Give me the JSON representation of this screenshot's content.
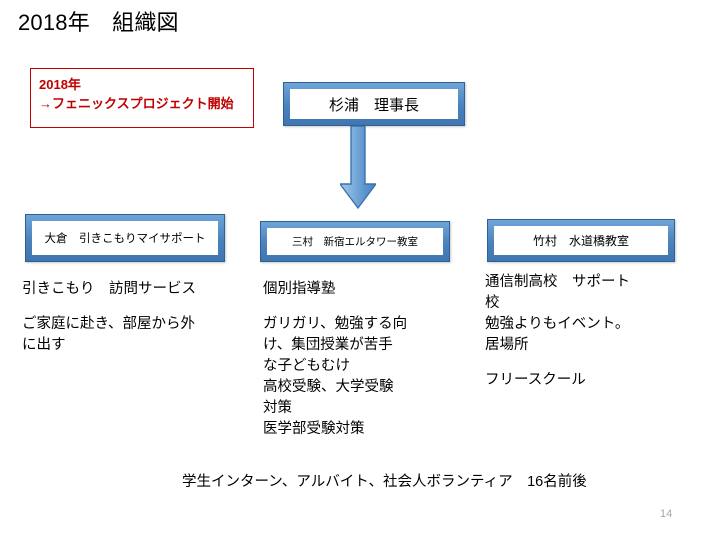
{
  "slide": {
    "title": "2018年　組織図",
    "page_number": "14",
    "accent_blue": "#4a82bd",
    "accent_blue_light": "#6ea5d8",
    "accent_red": "#C00000",
    "background": "#ffffff"
  },
  "note_box": {
    "name": "phoenix-project-note",
    "border_color": "#C00000",
    "text_color": "#C00000",
    "lines": [
      "2018年",
      "→フェニックスプロジェクト開始"
    ]
  },
  "chair": {
    "label": "杉浦　理事長"
  },
  "connector": {
    "type": "down-arrow",
    "color": "#4a82bd"
  },
  "departments": [
    {
      "box_label": "大倉　引きこもりマイサポート",
      "heading": "引きこもり　訪問サービス",
      "paragraphs": [
        "ご家庭に赴き、部屋から外\nに出す"
      ]
    },
    {
      "box_label": "三村　新宿エルタワー教室",
      "heading": "個別指導塾",
      "paragraphs": [
        "ガリガリ、勉強する向\nけ、集団授業が苦手\nな子どもむけ\n高校受験、大学受験\n対策\n医学部受験対策"
      ]
    },
    {
      "box_label": "竹村　水道橋教室",
      "heading": "通信制高校　サポート\n校",
      "paragraphs": [
        "勉強よりもイベント。\n居場所",
        "フリースクール"
      ]
    }
  ],
  "footer": {
    "text": "学生インターン、アルバイト、社会人ボランティア　16名前後"
  }
}
